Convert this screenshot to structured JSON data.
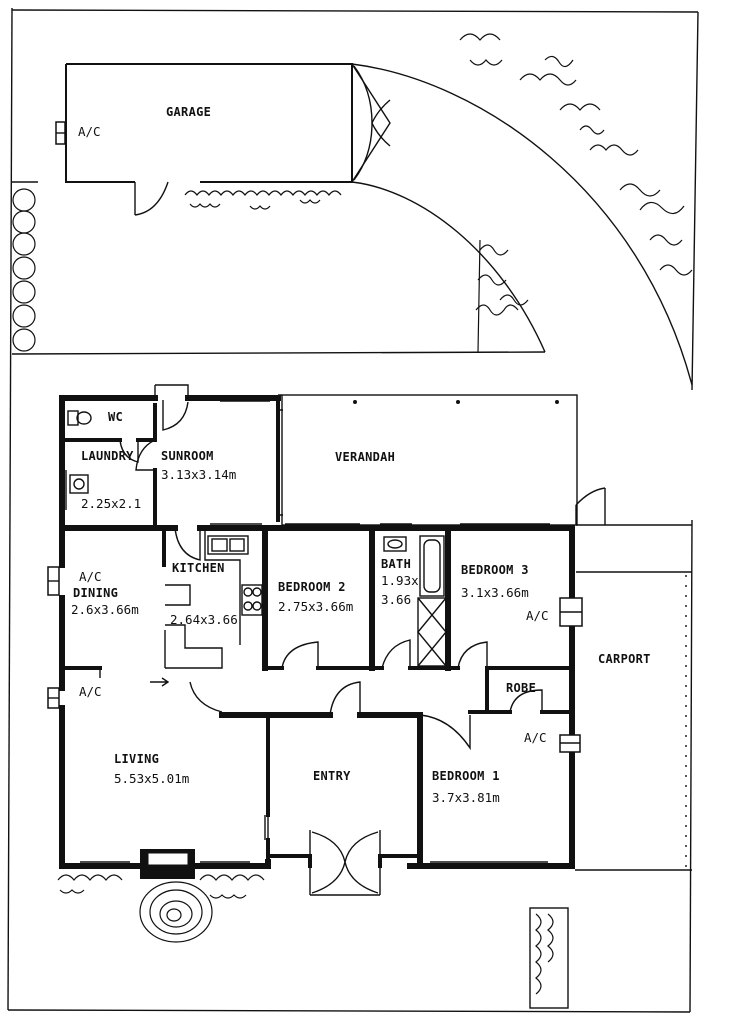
{
  "rooms": {
    "garage": {
      "name": "GARAGE",
      "ac": "A/C"
    },
    "sunroom": {
      "name": "SUNROOM",
      "dims": "3.13x3.14m"
    },
    "verandah": {
      "name": "VERANDAH"
    },
    "wc": {
      "name": "WC"
    },
    "laundry": {
      "name": "LAUNDRY",
      "dims": "2.25x2.1"
    },
    "dining": {
      "ac": "A/C",
      "name": "DINING",
      "dims": "2.6x3.66m"
    },
    "kitchen": {
      "name": "KITCHEN",
      "dims": "2.64x3.66"
    },
    "bedroom2": {
      "name": "BEDROOM 2",
      "dims": "2.75x3.66m"
    },
    "bath": {
      "name": "BATH",
      "dims_line1": "1.93x",
      "dims_line2": "3.66"
    },
    "bedroom3": {
      "name": "BEDROOM 3",
      "dims": "3.1x3.66m",
      "ac": "A/C"
    },
    "carport": {
      "name": "CARPORT"
    },
    "robe": {
      "name": "ROBE",
      "ac": "A/C"
    },
    "living": {
      "ac": "A/C",
      "name": "LIVING",
      "dims": "5.53x5.01m"
    },
    "entry": {
      "name": "ENTRY"
    },
    "bedroom1": {
      "name": "BEDROOM 1",
      "dims": "3.7x3.81m"
    }
  }
}
